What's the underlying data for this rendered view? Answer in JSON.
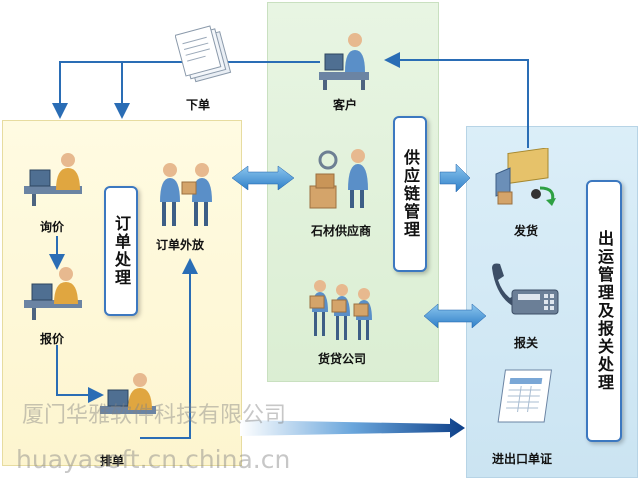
{
  "nodes": {
    "order": "下单",
    "customer": "客户",
    "inquiry": "询价",
    "quote": "报价",
    "schedule": "排单",
    "outsourcing": "订单外放",
    "stone_supplier": "石材供应商",
    "freight_company": "货贷公司",
    "shipping": "发货",
    "customs": "报关",
    "import_export_docs": "进出口单证"
  },
  "sections": {
    "order_processing": "订单处理",
    "supply_chain": "供应链管理",
    "export_management": "出运管理及报关处理"
  },
  "watermark": {
    "company": "厦门华雅软件科技有限公司",
    "url": "huayasoft.cn.china.cn"
  }
}
